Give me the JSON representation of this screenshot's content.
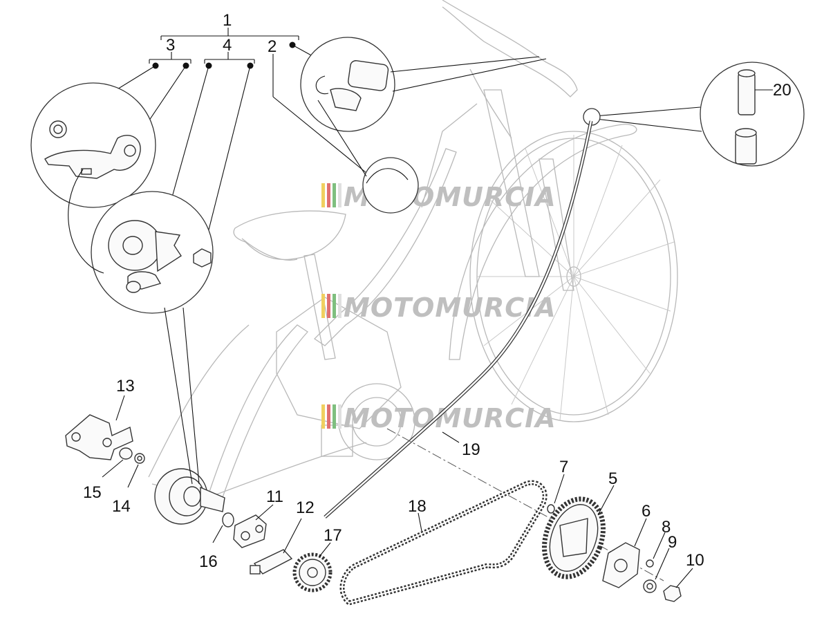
{
  "diagram": {
    "callouts": {
      "c1": "1",
      "c2": "2",
      "c3": "3",
      "c4": "4",
      "c5": "5",
      "c6": "6",
      "c7": "7",
      "c8": "8",
      "c9": "9",
      "c10": "10",
      "c11": "11",
      "c12": "12",
      "c13": "13",
      "c14": "14",
      "c15": "15",
      "c16": "16",
      "c17": "17",
      "c18": "18",
      "c19": "19",
      "c20": "20"
    },
    "watermark": "MOTOMURCIA",
    "colors": {
      "line": "#333333",
      "ghost": "#b8b8b8",
      "watermark_text": "#bfbfbf",
      "watermark_stripes": [
        "#f0d060",
        "#e07070",
        "#7fbf7f",
        "#e0e0e0"
      ]
    }
  }
}
